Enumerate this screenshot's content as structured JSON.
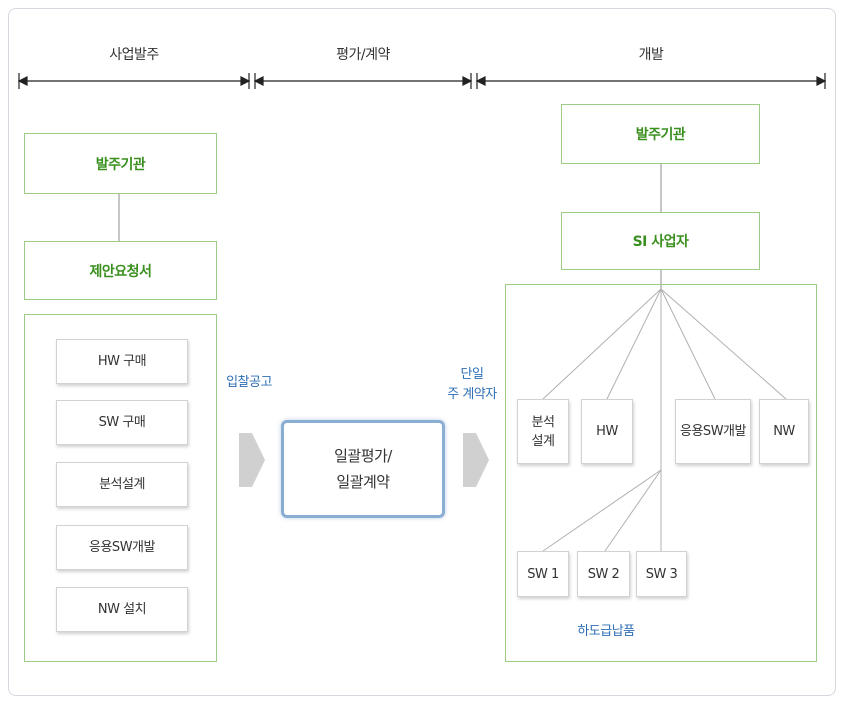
{
  "phases": {
    "business_order": "사업발주",
    "evaluation_contract": "평가/계약",
    "development": "개발"
  },
  "left": {
    "ordering_agency": "발주기관",
    "rfp": "제안요청서",
    "items": [
      "HW 구매",
      "SW 구매",
      "분석설계",
      "응용SW개발",
      "NW 설치"
    ]
  },
  "middle": {
    "bid_notice": "입찰공고",
    "bulk_eval_line1": "일괄평가/",
    "bulk_eval_line2": "일괄계약",
    "single_contractor_line1": "단일",
    "single_contractor_line2": "주 계약자"
  },
  "right": {
    "ordering_agency": "발주기관",
    "si_contractor": "SI 사업자",
    "analysis_line1": "분석",
    "analysis_line2": "설계",
    "hw": "HW",
    "app_sw": "응용SW개발",
    "nw": "NW",
    "sw1": "SW 1",
    "sw2": "SW 2",
    "sw3": "SW 3",
    "subcontract": "하도급납품"
  },
  "colors": {
    "green_border": "#9ccc85",
    "green_text": "#3a8f1f",
    "blue_label": "#2f6fb5",
    "center_border": "#8aaed3"
  }
}
